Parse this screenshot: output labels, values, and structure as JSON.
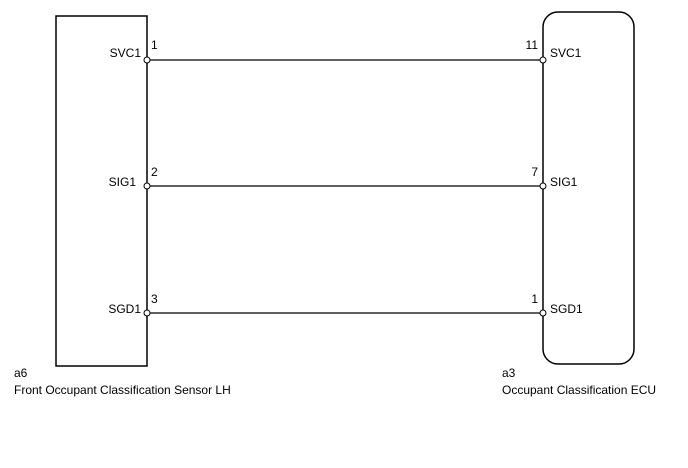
{
  "left_component": {
    "code": "a6",
    "name": "Front Occupant Classification Sensor LH"
  },
  "right_component": {
    "code": "a3",
    "name": "Occupant Classification ECU"
  },
  "connections": [
    {
      "left_signal": "SVC1",
      "left_pin": "1",
      "right_pin": "11",
      "right_signal": "SVC1"
    },
    {
      "left_signal": "SIG1",
      "left_pin": "2",
      "right_pin": "7",
      "right_signal": "SIG1"
    },
    {
      "left_signal": "SGD1",
      "left_pin": "3",
      "right_pin": "1",
      "right_signal": "SGD1"
    }
  ]
}
